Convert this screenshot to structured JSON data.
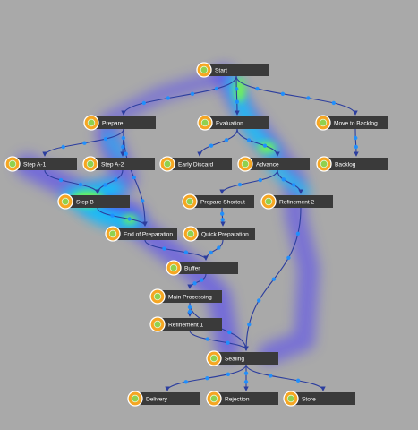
{
  "nodes": [
    {
      "id": "start",
      "label": "Start"
    },
    {
      "id": "prepare",
      "label": "Prepare"
    },
    {
      "id": "evaluation",
      "label": "Evaluation"
    },
    {
      "id": "backlog_move",
      "label": "Move to Backlog"
    },
    {
      "id": "step_a1",
      "label": "Step A-1"
    },
    {
      "id": "step_a2",
      "label": "Step A-2"
    },
    {
      "id": "early_discard",
      "label": "Early Discard"
    },
    {
      "id": "advance",
      "label": "Advance"
    },
    {
      "id": "backlog",
      "label": "Backlog"
    },
    {
      "id": "step_b",
      "label": "Step B"
    },
    {
      "id": "prepare_shortcut",
      "label": "Prepare Shortcut"
    },
    {
      "id": "refinement2",
      "label": "Refinement 2"
    },
    {
      "id": "end_prep",
      "label": "End of Preparation"
    },
    {
      "id": "quick_prep",
      "label": "Quick Preparation"
    },
    {
      "id": "buffer",
      "label": "Buffer"
    },
    {
      "id": "main_processing",
      "label": "Main Processing"
    },
    {
      "id": "refinement1",
      "label": "Refinement 1"
    },
    {
      "id": "sealing",
      "label": "Sealing"
    },
    {
      "id": "delivery",
      "label": "Delivery"
    },
    {
      "id": "rejection",
      "label": "Rejection"
    },
    {
      "id": "store",
      "label": "Store"
    }
  ],
  "edges": [
    [
      "start",
      "prepare"
    ],
    [
      "start",
      "evaluation"
    ],
    [
      "start",
      "backlog_move"
    ],
    [
      "prepare",
      "step_a1"
    ],
    [
      "prepare",
      "step_a2"
    ],
    [
      "prepare",
      "end_prep"
    ],
    [
      "evaluation",
      "early_discard"
    ],
    [
      "evaluation",
      "advance"
    ],
    [
      "backlog_move",
      "backlog"
    ],
    [
      "step_a1",
      "step_b"
    ],
    [
      "step_a2",
      "step_b"
    ],
    [
      "step_b",
      "end_prep"
    ],
    [
      "end_prep",
      "buffer"
    ],
    [
      "advance",
      "prepare_shortcut"
    ],
    [
      "advance",
      "refinement2"
    ],
    [
      "prepare_shortcut",
      "quick_prep"
    ],
    [
      "quick_prep",
      "buffer"
    ],
    [
      "refinement2",
      "sealing"
    ],
    [
      "buffer",
      "main_processing"
    ],
    [
      "main_processing",
      "refinement1"
    ],
    [
      "main_processing",
      "sealing"
    ],
    [
      "refinement1",
      "sealing"
    ],
    [
      "sealing",
      "delivery"
    ],
    [
      "sealing",
      "rejection"
    ],
    [
      "sealing",
      "store"
    ]
  ],
  "colors": {
    "background": "#a9a9a9",
    "node_fill": "#3a3a3a",
    "node_text": "#ffffff",
    "icon_ring": "#f5a623",
    "icon_core": "#8fd14f",
    "edge": "#2c3e9e",
    "token": "#1e90ff",
    "heat_low": "#4a3aff",
    "heat_mid": "#00d8ff",
    "heat_high": "#7dff3a"
  },
  "icon": "process-step-icon"
}
